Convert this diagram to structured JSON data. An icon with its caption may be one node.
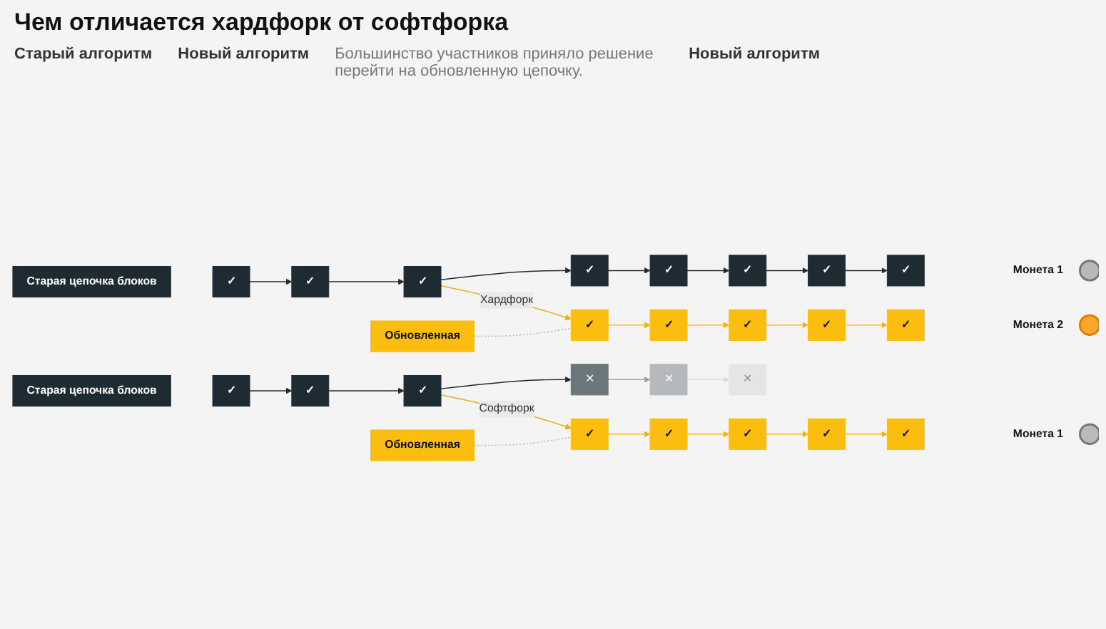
{
  "diagram": {
    "title": "Чем отличается хардфорк от софтфорка",
    "nodes": [
      {
        "text": [
          "Старая цепочка блоков"
        ]
      },
      {
        "text": [
          "✓"
        ]
      },
      {
        "text": [
          "✓"
        ]
      },
      {
        "text": [
          "✓"
        ]
      },
      {
        "text": [
          "✓"
        ]
      },
      {
        "text": [
          "✓"
        ]
      },
      {
        "text": [
          "✓"
        ]
      },
      {
        "text": [
          "✓"
        ]
      },
      {
        "text": [
          "✓"
        ]
      },
      {
        "text": [],
        "shape": "circle",
        "beside": [
          "Монета 1"
        ]
      },
      {
        "text": [
          "Обновленная"
        ]
      },
      {
        "text": [
          "✓"
        ]
      },
      {
        "text": [
          "✓"
        ]
      },
      {
        "text": [
          "✓"
        ]
      },
      {
        "text": [
          "✓"
        ]
      },
      {
        "text": [
          "✓"
        ]
      },
      {
        "text": [],
        "shape": "circle",
        "beside": [
          "Монета 2"
        ]
      },
      {
        "text": [
          "Старая цепочка блоков"
        ]
      },
      {
        "text": [
          "✓"
        ]
      },
      {
        "text": [
          "✓"
        ]
      },
      {
        "text": [
          "✓"
        ]
      },
      {
        "text": [
          "✕"
        ]
      },
      {
        "text": [
          "✕"
        ]
      },
      {
        "text": [
          "✕"
        ]
      },
      {
        "text": [
          "Обновленная"
        ]
      },
      {
        "text": [
          "✓"
        ]
      },
      {
        "text": [
          "✓"
        ]
      },
      {
        "text": [
          "✓"
        ]
      },
      {
        "text": [
          "✓"
        ]
      },
      {
        "text": [
          "✓"
        ]
      },
      {
        "text": [],
        "shape": "circle",
        "beside": [
          "Монета 1"
        ]
      }
    ],
    "edges": [
      {
        "from": 1,
        "to": 2,
        "arrow": "to"
      },
      {
        "from": 2,
        "to": 3,
        "arrow": "to"
      },
      {
        "from": 3,
        "to": 4,
        "arrow": "to"
      },
      {
        "from": 4,
        "to": 5,
        "arrow": "to"
      },
      {
        "from": 5,
        "to": 6,
        "arrow": "to"
      },
      {
        "from": 6,
        "to": 7,
        "arrow": "to"
      },
      {
        "from": 7,
        "to": 8,
        "arrow": "to"
      },
      {
        "from": 3,
        "to": 11,
        "arrow": "to",
        "label": "Хардфорк",
        "color": "#e8ac1c"
      },
      {
        "from": 10,
        "to": 11,
        "arrow": "none",
        "style": "dashed",
        "color": "#b4b4b4"
      },
      {
        "from": 11,
        "to": 12,
        "arrow": "to",
        "color": "#f5b400"
      },
      {
        "from": 12,
        "to": 13,
        "arrow": "to",
        "color": "#f5b400"
      },
      {
        "from": 13,
        "to": 14,
        "arrow": "to",
        "color": "#f5b400"
      },
      {
        "from": 14,
        "to": 15,
        "arrow": "to",
        "color": "#f5b400"
      },
      {
        "from": 18,
        "to": 19,
        "arrow": "to"
      },
      {
        "from": 19,
        "to": 20,
        "arrow": "to"
      },
      {
        "from": 20,
        "to": 21,
        "arrow": "to"
      },
      {
        "from": 21,
        "to": 22,
        "arrow": "to",
        "color": "#9ea3a6"
      },
      {
        "from": 22,
        "to": 23,
        "arrow": "to",
        "color": "#d6d9db"
      },
      {
        "from": 20,
        "to": 25,
        "arrow": "to",
        "label": "Софтфорк",
        "color": "#e8ac1c"
      },
      {
        "from": 24,
        "to": 25,
        "arrow": "none",
        "style": "dashed",
        "color": "#b4b4b4"
      },
      {
        "from": 25,
        "to": 26,
        "arrow": "to",
        "color": "#f5b400"
      },
      {
        "from": 26,
        "to": 27,
        "arrow": "to",
        "color": "#f5b400"
      },
      {
        "from": 27,
        "to": 28,
        "arrow": "to",
        "color": "#f5b400"
      },
      {
        "from": 28,
        "to": 29,
        "arrow": "to",
        "color": "#f5b400"
      }
    ],
    "labels": [
      "Старый алгоритм",
      "Новый алгоритм",
      "Большинство участников приняло решение перейти на обновленную цепочку.",
      "Новый алгоритм"
    ]
  }
}
